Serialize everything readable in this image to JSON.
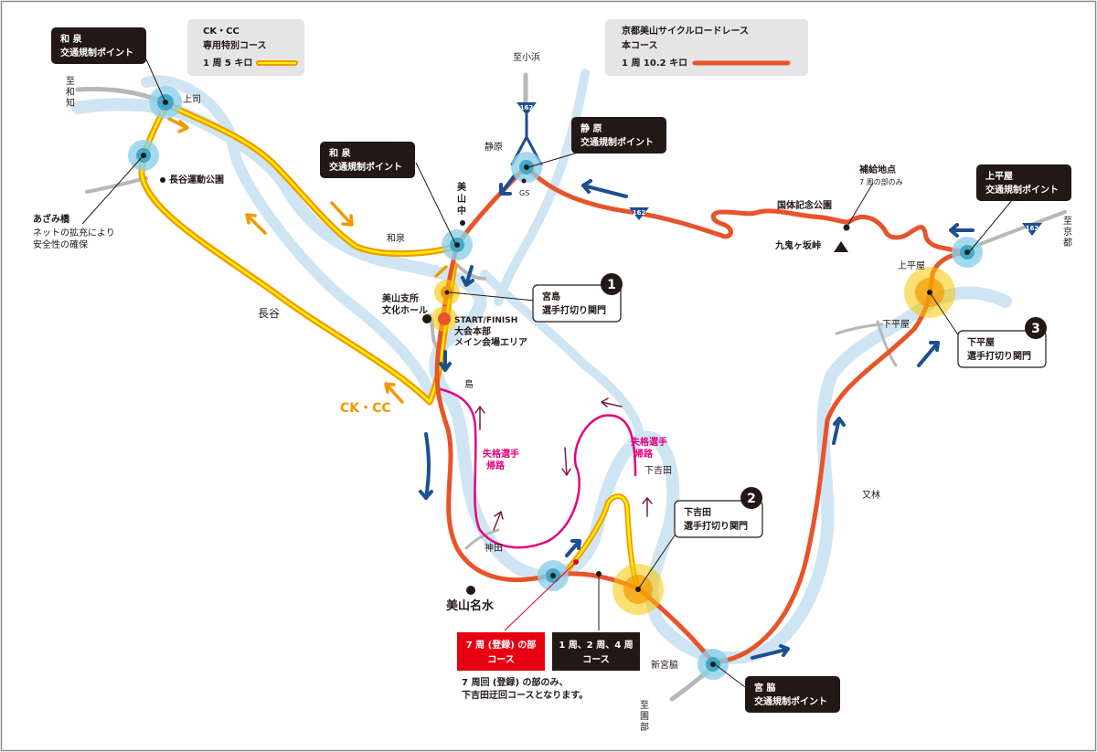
{
  "legend": {
    "ckcc": {
      "title_1": "CK・CC",
      "title_2": "専用特別コース",
      "distance": "1 周 5 キロ"
    },
    "main": {
      "title_1": "京都美山サイクルロードレース",
      "title_2": "本コース",
      "distance": "1 周 10.2 キロ"
    }
  },
  "traffic_points": [
    {
      "line1": "和 泉",
      "line2": "交通規制ポイント"
    },
    {
      "line1": "和 泉",
      "line2": "交通規制ポイント"
    },
    {
      "line1": "静 原",
      "line2": "交通規制ポイント"
    },
    {
      "line1": "上平屋",
      "line2": "交通規制ポイント"
    },
    {
      "line1": "宮 脇",
      "line2": "交通規制ポイント"
    }
  ],
  "cutoff_points": [
    {
      "number": "1",
      "line1": "宮島",
      "line2": "選手打切り関門"
    },
    {
      "number": "2",
      "line1": "下吉田",
      "line2": "選手打切り関門"
    },
    {
      "number": "3",
      "line1": "下平屋",
      "line2": "選手打切り関門"
    }
  ],
  "places": {
    "to_wachi": "至和知",
    "kamitsukasa": "上司",
    "nagatani_park": "長谷運動公園",
    "azami_bridge": "あざみ橋",
    "net_note_1": "ネットの拡充により",
    "net_note_2": "安全性の確保",
    "izumi": "和泉",
    "nagatani": "長谷",
    "ckcc_label": "CK・CC",
    "to_obama": "至小浜",
    "shizuhara": "静原",
    "gs": "GS",
    "miyama_jh": "美山中",
    "miyama_office_1": "美山支所",
    "miyama_office_2": "文化ホール",
    "start_finish": "START/FINISH",
    "hq": "大会本部",
    "main_area": "メイン会場エリア",
    "shima": "島",
    "kanda": "神田",
    "disq_1": "失格選手",
    "disq_2": "帰路",
    "shimoyoshida": "下吉田",
    "miyama_meisui": "美山名水",
    "lap7_1": "7 周 (登録) の部",
    "lap7_2": "コース",
    "laps124_1": "1 周、2 周、4 周",
    "laps124_2": "コース",
    "lap7_note_1": "7 周回 (登録) の部のみ、",
    "lap7_note_2": "下吉田迂回コースとなります。",
    "shinmiyawaki": "新宮脇",
    "to_sonobe": "至園部",
    "matabayashi": "又林",
    "kokutai_park": "国体記念公園",
    "supply_point": "補給地点",
    "supply_note": "7 周の部のみ",
    "kuki_pass": "九鬼ヶ坂峠",
    "kamihiraya": "上平屋",
    "shimohiraya": "下平屋",
    "to_kyoto": "至京都",
    "route_162": "162"
  },
  "colors": {
    "main_course": "#e8532a",
    "ckcc_course": "#f39800",
    "ckcc_inner": "#fff100",
    "river": "#cfe5f3",
    "road": "#b7b7b7",
    "disq_route": "#e4007f",
    "arrow_blue": "#1d4f91",
    "traffic_dot": "#3fa9c9",
    "cutoff_glow": "#f7c600",
    "box_dark": "#231815",
    "box_red": "#e60012",
    "legend_bg": "#e5e5e5"
  }
}
